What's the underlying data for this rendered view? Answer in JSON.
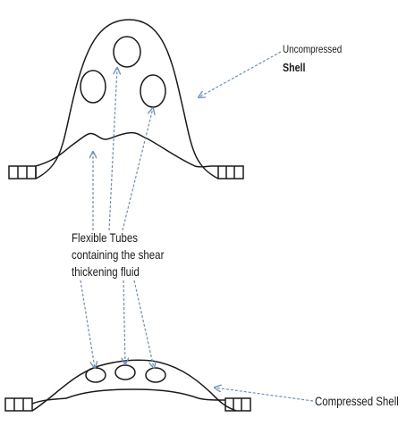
{
  "labels": {
    "uncompressed_line1": "Uncompressed",
    "uncompressed_line2": "Shell",
    "tubes_line1": "Flexible Tubes",
    "tubes_line2": "containing the shear",
    "tubes_line3": "thickening fluid",
    "compressed": "Compressed Shell"
  },
  "colors": {
    "outline": "#1a1a1a",
    "arrow": "#6a8fc0",
    "background": "#ffffff"
  }
}
